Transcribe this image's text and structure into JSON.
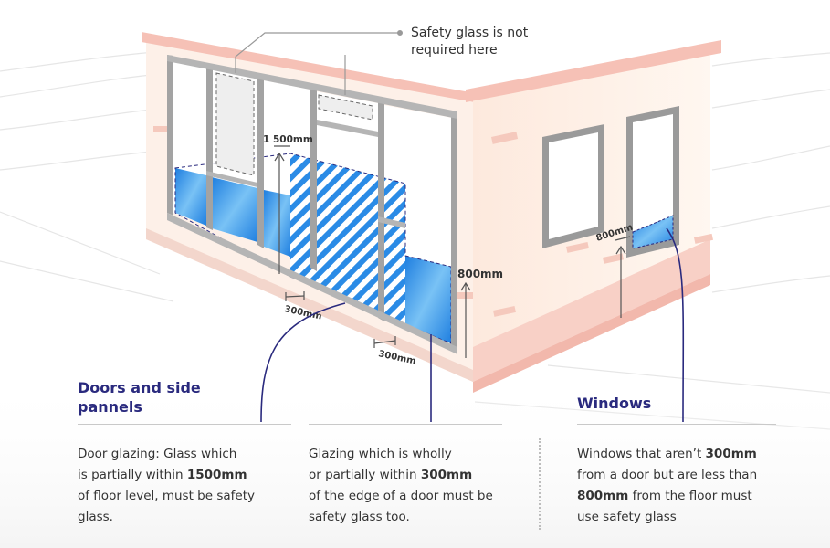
{
  "callout_top": {
    "line1": "Safety glass is not",
    "line2": "required here"
  },
  "measurements": {
    "h1500": "1 500mm",
    "h800_door": "800mm",
    "h800_window": "800mm",
    "w300_left": "300mm",
    "w300_right": "300mm"
  },
  "sections": {
    "doors": {
      "heading_line1": "Doors and side",
      "heading_line2": "pannels",
      "text_a": "Door glazing: Glass which",
      "text_b": "is partially within ",
      "text_c": "1500mm",
      "text_d": "of floor level, must be safety",
      "text_e": "glass."
    },
    "edge": {
      "text_a": "Glazing which is wholly",
      "text_b": "or partially within ",
      "text_c": "300mm",
      "text_d": "of the edge of a door must be",
      "text_e": "safety glass too."
    },
    "windows": {
      "heading": "Windows",
      "text_a": "Windows that aren’t ",
      "text_b": "300mm",
      "text_c": "from a door but are less than",
      "text_d": "800mm",
      "text_e": " from the floor must",
      "text_f": "use safety glass"
    }
  },
  "colors": {
    "glass_blue": "#2f8fe6",
    "accent_navy": "#2a2a7e",
    "wall_pink": "#f6c8c0",
    "frame_grey": "#9a9a9a"
  }
}
